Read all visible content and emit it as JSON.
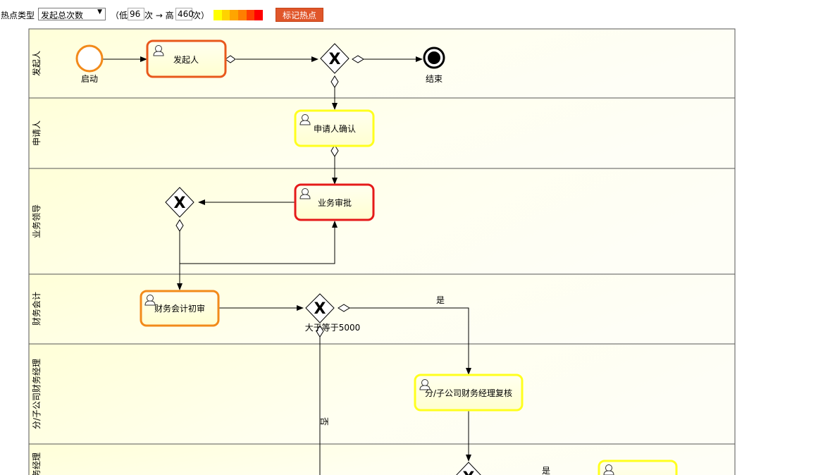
{
  "toolbar": {
    "hot_type_label": "热点类型",
    "select_value": "发起总次数",
    "paren_open": "（低",
    "low_value": "96",
    "mid_text": "次 → 高",
    "high_value": "460",
    "close_text": "次）",
    "legend_colors": [
      "#ffff00",
      "#ffd200",
      "#ffa500",
      "#ff7f00",
      "#ff4000",
      "#ff0000"
    ],
    "mark_button": "标记热点"
  },
  "lanes": [
    {
      "name": "发起人"
    },
    {
      "name": "申请人"
    },
    {
      "name": "业务领导"
    },
    {
      "name": "财务会计"
    },
    {
      "name": "分/子公司财务经理"
    },
    {
      "name": "务经理"
    }
  ],
  "nodes": {
    "start": {
      "label": "启动",
      "color": "#f28a1a"
    },
    "task_initiator": {
      "label": "发起人",
      "color": "#e8581c"
    },
    "end": {
      "label": "结束"
    },
    "task_applicant_confirm": {
      "label": "申请人确认",
      "color": "#ffff1e"
    },
    "task_business_approval": {
      "label": "业务审批",
      "color": "#e51a1a"
    },
    "task_accounting_review": {
      "label": "财务会计初审",
      "color": "#f28a1a"
    },
    "gateway_amount": {
      "label": "大于等于5000"
    },
    "task_manager_review": {
      "label": "分/子公司财务经理复核",
      "color": "#ffff1e"
    },
    "task_partial": {
      "label": "",
      "color": "#ffff1e"
    }
  },
  "edge_labels": {
    "yes_1": "是",
    "no_1": "否",
    "yes_2": "是"
  }
}
